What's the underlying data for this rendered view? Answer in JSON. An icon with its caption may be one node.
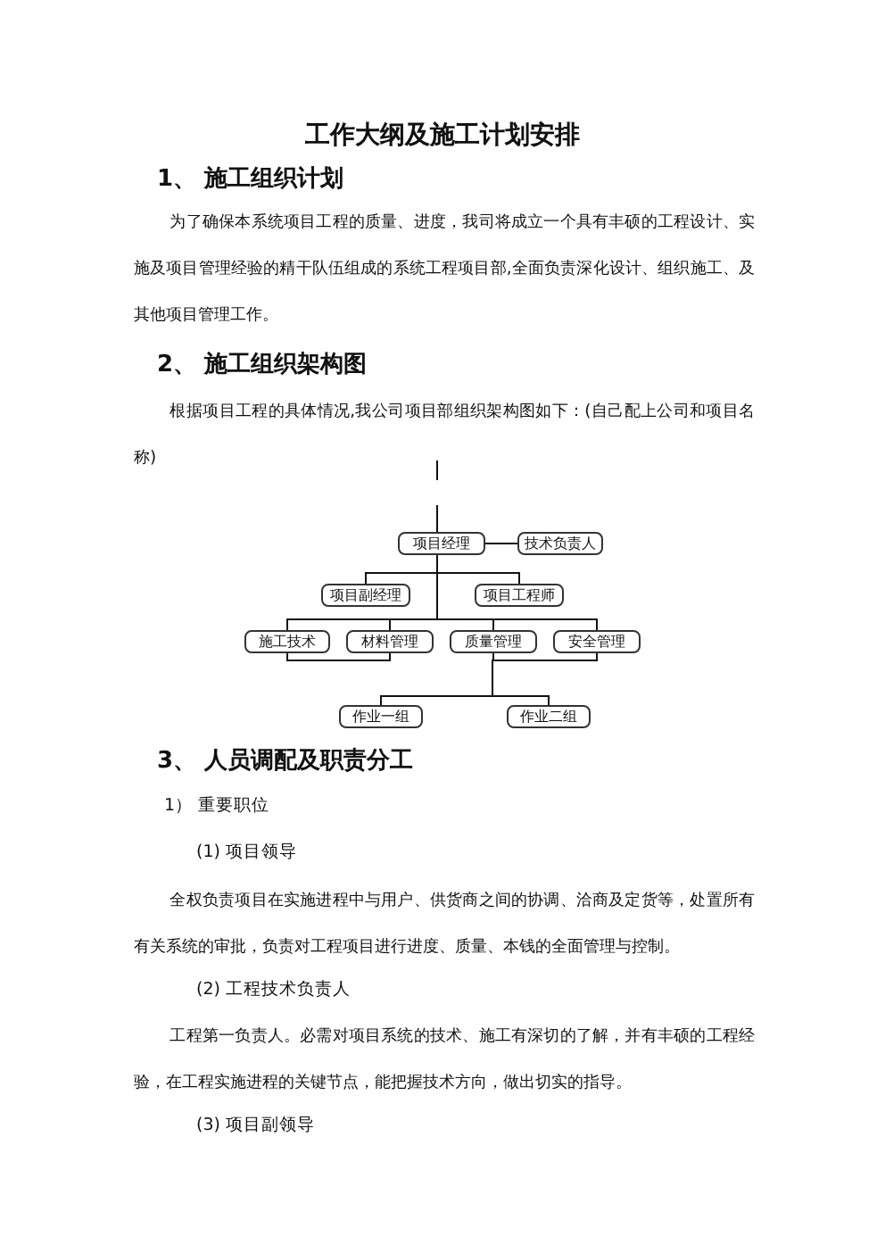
{
  "diagram": {
    "title": "工作大纲及施工计划安排",
    "nodes": [
      {
        "text": [
          "项目经理"
        ]
      },
      {
        "text": [
          "技术负责人"
        ]
      },
      {
        "text": [
          "项目副经理"
        ]
      },
      {
        "text": [
          "项目工程师"
        ]
      },
      {
        "text": [
          "施工技术"
        ]
      },
      {
        "text": [
          "材料管理"
        ]
      },
      {
        "text": [
          "质量管理"
        ]
      },
      {
        "text": [
          "安全管理"
        ]
      },
      {
        "text": [
          "作业一组"
        ]
      },
      {
        "text": [
          "作业二组"
        ]
      }
    ],
    "edges": [
      {
        "from": null,
        "to": 0,
        "arrow": "none"
      },
      {
        "from": 0,
        "to": 1,
        "arrow": "none"
      },
      {
        "from": 0,
        "to": 2,
        "arrow": "none"
      },
      {
        "from": 0,
        "to": 3,
        "arrow": "none"
      },
      {
        "from": 0,
        "to": 4,
        "arrow": "none"
      },
      {
        "from": 0,
        "to": 5,
        "arrow": "none"
      },
      {
        "from": 0,
        "to": 6,
        "arrow": "none"
      },
      {
        "from": 0,
        "to": 7,
        "arrow": "none"
      },
      {
        "from": 4,
        "to": 5,
        "arrow": "none"
      },
      {
        "from": 6,
        "to": 8,
        "arrow": "none"
      },
      {
        "from": 6,
        "to": 9,
        "arrow": "none"
      },
      {
        "from": 7,
        "to": 8,
        "arrow": "none"
      },
      {
        "from": 7,
        "to": 9,
        "arrow": "none"
      }
    ],
    "labels": [
      "1、 施工组织计划",
      "为了确保本系统项目工程的质量、进度，我司将成立一个具有丰硕的工程设计、实施及项目管理经验的精干队伍组成的系统工程项目部,全面负责深化设计、组织施工、及其他项目管理工作。",
      "2、 施工组织架构图",
      "根据项目工程的具体情况,我公司项目部组织架构图如下：(自己配上公司和项目名称)",
      "3、 人员调配及职责分工",
      "1） 重要职位",
      "(1) 项目领导",
      "全权负责项目在实施进程中与用户、供货商之间的协调、洽商及定货等，处置所有有关系统的审批，负责对工程项目进行进度、质量、本钱的全面管理与控制。",
      "(2) 工程技术负责人",
      "工程第一负责人。必需对项目系统的技术、施工有深切的了解，并有丰硕的工程经验，在工程实施进程的关键节点，能把握技术方向，做出切实的指导。",
      "(3) 项目副领导"
    ]
  }
}
